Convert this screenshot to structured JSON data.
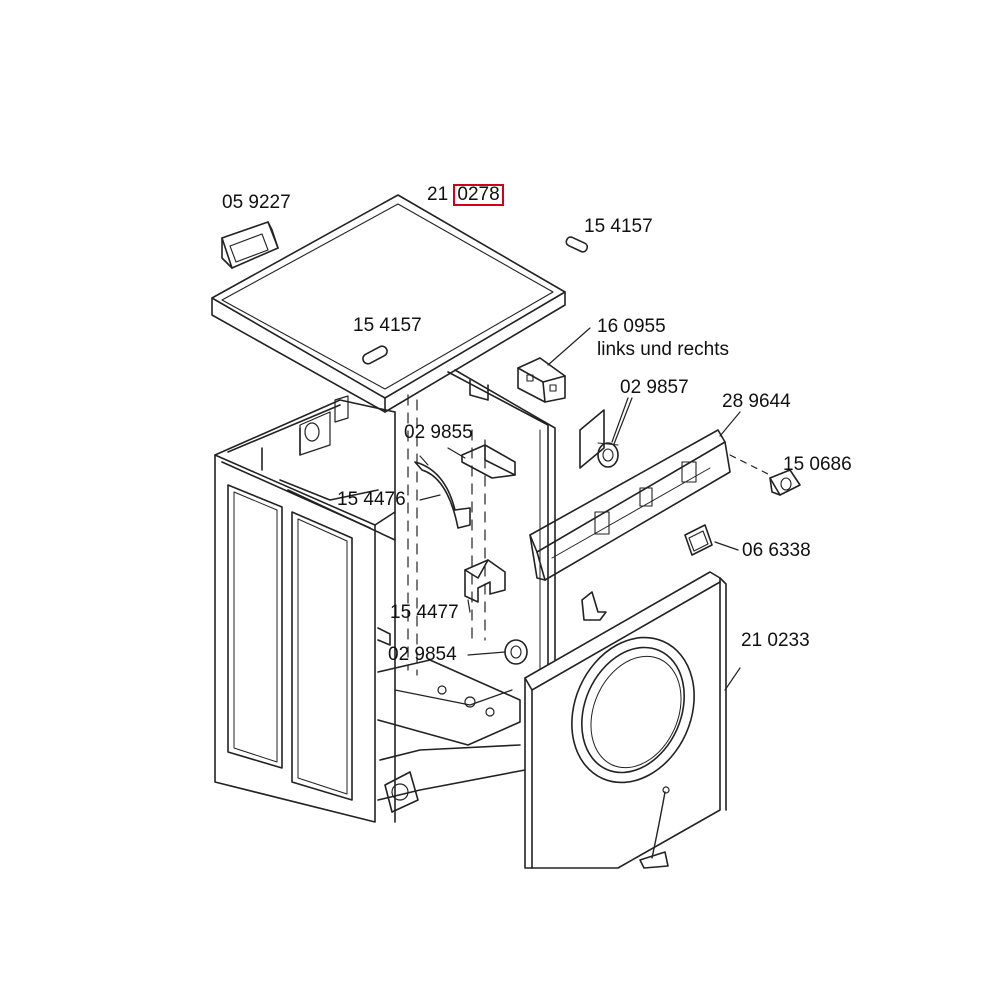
{
  "colors": {
    "line": "#222222",
    "highlight": "#d0021b",
    "background": "#ffffff"
  },
  "parts": [
    {
      "id": "top-cover",
      "prefix": "21 ",
      "number": "0278",
      "highlighted": true
    },
    {
      "id": "cover-handle",
      "number": "05 9227"
    },
    {
      "id": "cover-plug-right",
      "number": "15 4157"
    },
    {
      "id": "cover-plug-center",
      "number": "15 4157"
    },
    {
      "id": "bracket",
      "number": "16 0955",
      "note": "links und rechts"
    },
    {
      "id": "knob-upper",
      "number": "02 9857"
    },
    {
      "id": "control-panel",
      "number": "28 9644"
    },
    {
      "id": "clip-upper",
      "number": "02 9855"
    },
    {
      "id": "panel-clip",
      "number": "15 0686"
    },
    {
      "id": "hinge-arc",
      "number": "15 4476"
    },
    {
      "id": "door-lock-frame",
      "number": "06 6338"
    },
    {
      "id": "holder",
      "number": "15 4477"
    },
    {
      "id": "front-panel",
      "number": "21 0233"
    },
    {
      "id": "knob-lower",
      "number": "02 9854"
    }
  ]
}
